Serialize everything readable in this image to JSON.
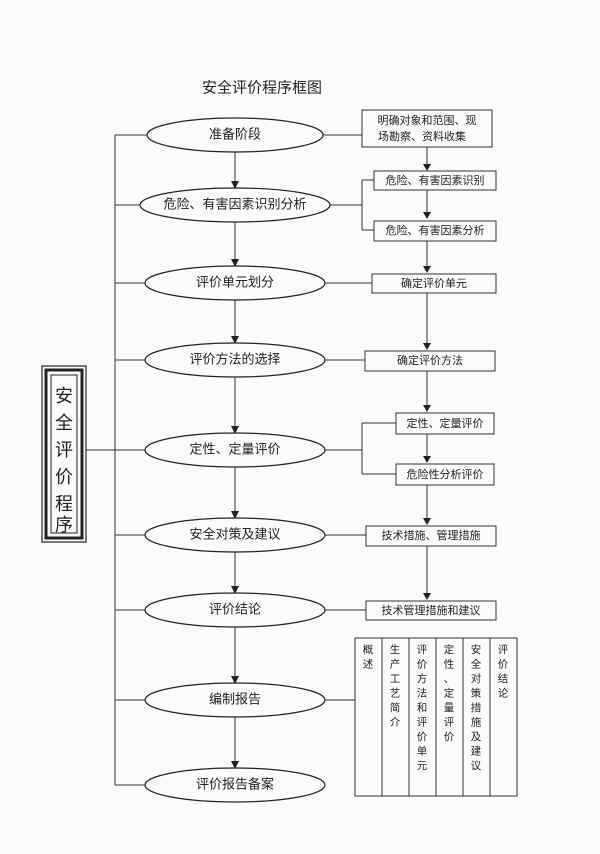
{
  "title": "安全评价程序框图",
  "side_label": [
    "安",
    "全",
    "评",
    "价",
    "程",
    "序"
  ],
  "stages": [
    "准备阶段",
    "危险、有害因素识别分析",
    "评价单元划分",
    "评价方法的选择",
    "定性、定量评价",
    "安全对策及建议",
    "评价结论",
    "编制报告",
    "评价报告备案"
  ],
  "right_boxes": {
    "prep_line1": "明确对象和范围、现",
    "prep_line2": "场勘察、资料收集",
    "hazard_identify": "危险、有害因素识别",
    "hazard_analyze": "危险、有害因素分析",
    "confirm_unit": "确定评价单元",
    "confirm_method": "确定评价方法",
    "qual_quant": "定性、定量评价",
    "risk_analysis": "危险性分析评价",
    "measures": "技术措施、管理措施",
    "tech_mgmt": "技术管理措施和建议"
  },
  "report_columns": [
    [
      "概",
      "述"
    ],
    [
      "生",
      "产",
      "工",
      "艺",
      "简",
      "介"
    ],
    [
      "评",
      "价",
      "方",
      "法",
      "和",
      "评",
      "价",
      "单",
      "元"
    ],
    [
      "定",
      "性",
      "、",
      "定",
      "量",
      "评",
      "价"
    ],
    [
      "安",
      "全",
      "对",
      "策",
      "措",
      "施",
      "及",
      "建",
      "议"
    ],
    [
      "评",
      "价",
      "结",
      "论"
    ]
  ]
}
